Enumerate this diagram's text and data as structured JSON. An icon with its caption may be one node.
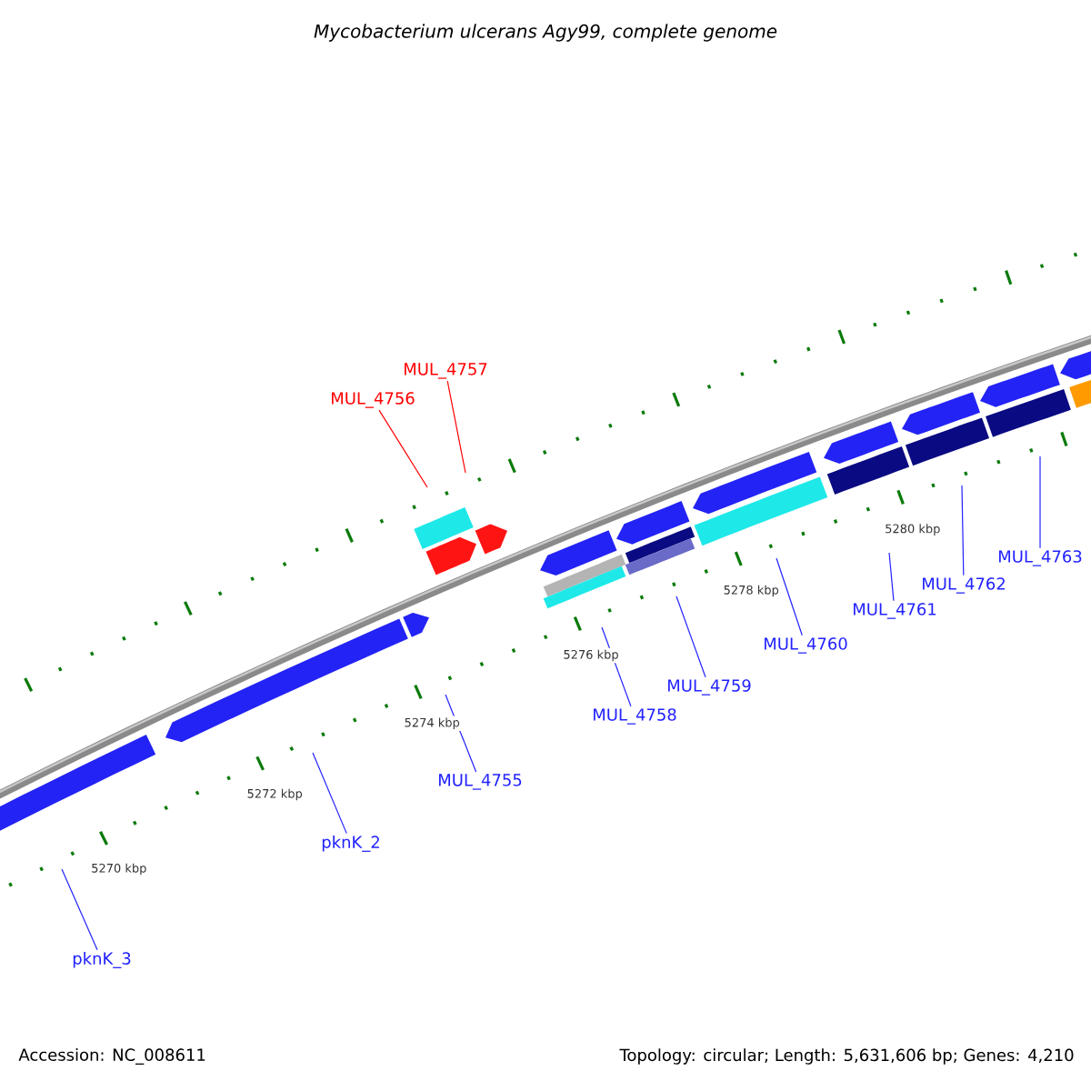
{
  "diagram": {
    "title": "Mycobacterium ulcerans Agy99, complete genome",
    "nodes": [
      {
        "text": [
          "MUL_4757"
        ]
      },
      {
        "text": [
          "MUL_4756"
        ]
      },
      {
        "text": [
          "MUL_4763"
        ]
      },
      {
        "text": [
          "MUL_4762"
        ]
      },
      {
        "text": [
          "MUL_4761"
        ]
      },
      {
        "text": [
          "MUL_4760"
        ]
      },
      {
        "text": [
          "MUL_4759"
        ]
      },
      {
        "text": [
          "MUL_4758"
        ]
      },
      {
        "text": [
          "MUL_4755"
        ]
      },
      {
        "text": [
          "pknK_2"
        ]
      },
      {
        "text": [
          "pknK_3"
        ]
      }
    ],
    "edges": [
      {
        "from": 0,
        "to": null,
        "arrow": "none",
        "color": "#ff0000"
      },
      {
        "from": 1,
        "to": null,
        "arrow": "none",
        "color": "#ff0000"
      },
      {
        "from": 2,
        "to": null,
        "arrow": "none"
      },
      {
        "from": 3,
        "to": null,
        "arrow": "none"
      },
      {
        "from": 4,
        "to": null,
        "arrow": "none"
      },
      {
        "from": 5,
        "to": null,
        "arrow": "none"
      },
      {
        "from": 6,
        "to": null,
        "arrow": "none"
      },
      {
        "from": 7,
        "to": null,
        "arrow": "none"
      },
      {
        "from": 8,
        "to": null,
        "arrow": "none"
      },
      {
        "from": 9,
        "to": null,
        "arrow": "none"
      },
      {
        "from": 10,
        "to": null,
        "arrow": "none"
      }
    ],
    "labels": [
      "5270 kbp",
      "5272 kbp",
      "5274 kbp",
      "5276 kbp",
      "5278 kbp",
      "5280 kbp",
      "Accession: NC_008611",
      "Topology: circular; Length: 5,631,606 bp; Genes: 4,210"
    ]
  }
}
